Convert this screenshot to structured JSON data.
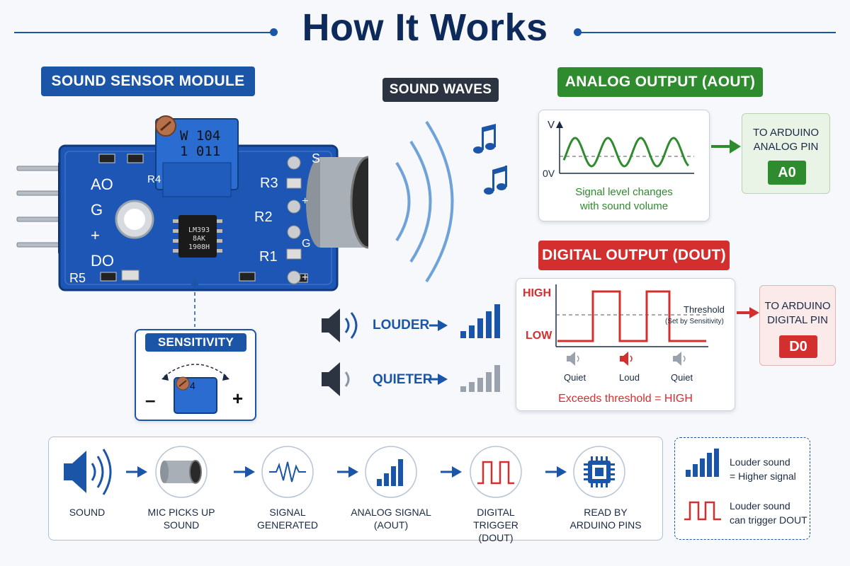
{
  "title": "How It Works",
  "module_badge": "SOUND SENSOR MODULE",
  "waves_badge": "SOUND WAVES",
  "analog_badge": "ANALOG OUTPUT (AOUT)",
  "digital_badge": "DIGITAL OUTPUT (DOUT)",
  "board": {
    "pins": [
      "AO",
      "G",
      "+",
      "DO"
    ],
    "pot_text": [
      "W 104",
      "1 011"
    ],
    "chip_text": [
      "LM393",
      "8AK",
      "1908H"
    ],
    "labels": {
      "r1": "R1",
      "r2": "R2",
      "r3": "R3",
      "r5": "R5",
      "s": "S",
      "g": "G",
      "r4": "R4",
      "plus1": "+",
      "plus2": "+"
    }
  },
  "sensitivity": {
    "label": "SENSITIVITY",
    "minus": "–",
    "plus": "+",
    "pot_text": "4"
  },
  "loud": {
    "louder": "LOUDER",
    "quieter": "QUIETER"
  },
  "analog": {
    "v_label": "V",
    "zero_label": "0V",
    "caption_line1": "Signal level changes",
    "caption_line2": "with sound volume",
    "arduino_line1": "TO ARDUINO",
    "arduino_line2": "ANALOG PIN",
    "pin": "A0"
  },
  "digital": {
    "high": "HIGH",
    "low": "LOW",
    "threshold": "Threshold",
    "threshold_note": "(Set by Sensitivity)",
    "quiet1": "Quiet",
    "loud": "Loud",
    "quiet2": "Quiet",
    "exceeds": "Exceeds threshold = HIGH",
    "arduino_line1": "TO ARDUINO",
    "arduino_line2": "DIGITAL PIN",
    "pin": "D0"
  },
  "flow": [
    {
      "line1": "SOUND",
      "line2": ""
    },
    {
      "line1": "MIC PICKS UP",
      "line2": "SOUND"
    },
    {
      "line1": "SIGNAL",
      "line2": "GENERATED"
    },
    {
      "line1": "ANALOG SIGNAL",
      "line2": "(AOUT)"
    },
    {
      "line1": "DIGITAL TRIGGER",
      "line2": "(DOUT)"
    },
    {
      "line1": "READ BY",
      "line2": "ARDUINO PINS"
    }
  ],
  "legend": {
    "item1_line1": "Louder sound",
    "item1_line2": "= Higher signal",
    "item2_line1": "Louder sound",
    "item2_line2": "can trigger DOUT"
  },
  "colors": {
    "blue": "#1b55a8",
    "green": "#2e8b2e",
    "red": "#d32f2f",
    "dark": "#2b3440",
    "board": "#1d56b5"
  }
}
